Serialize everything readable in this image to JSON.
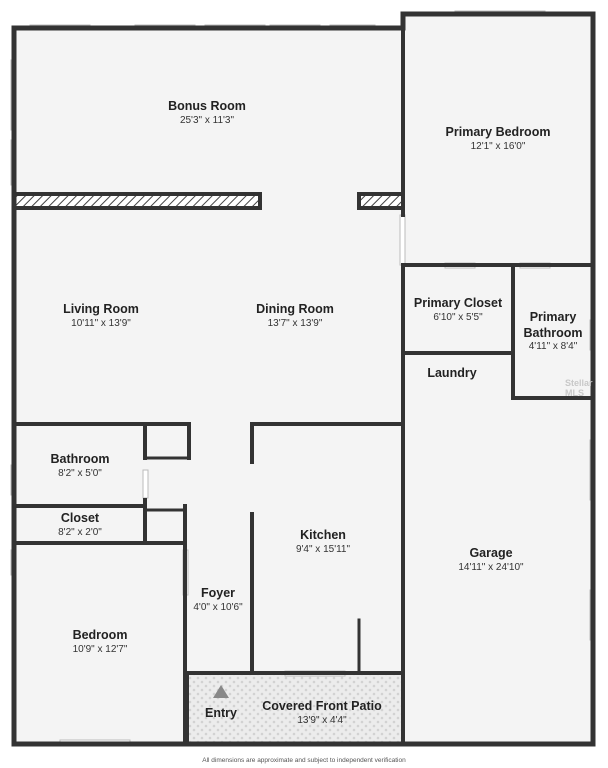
{
  "rooms": {
    "bonus": {
      "name": "Bonus Room",
      "dims": "25'3\" x 11'3\""
    },
    "primary_bed": {
      "name": "Primary Bedroom",
      "dims": "12'1\" x 16'0\""
    },
    "living": {
      "name": "Living Room",
      "dims": "10'11\" x 13'9\""
    },
    "dining": {
      "name": "Dining Room",
      "dims": "13'7\" x 13'9\""
    },
    "primary_closet": {
      "name": "Primary Closet",
      "dims": "6'10\" x 5'5\""
    },
    "primary_bath": {
      "name_line1": "Primary",
      "name_line2": "Bathroom",
      "dims": "4'11\" x 8'4\""
    },
    "laundry": {
      "name": "Laundry"
    },
    "bathroom": {
      "name": "Bathroom",
      "dims": "8'2\" x 5'0\""
    },
    "closet": {
      "name": "Closet",
      "dims": "8'2\" x 2'0\""
    },
    "kitchen": {
      "name": "Kitchen",
      "dims": "9'4\" x 15'11\""
    },
    "garage": {
      "name": "Garage",
      "dims": "14'11\" x 24'10\""
    },
    "foyer": {
      "name": "Foyer",
      "dims": "4'0\" x 10'6\""
    },
    "bedroom": {
      "name": "Bedroom",
      "dims": "10'9\" x 12'7\""
    },
    "entry": {
      "name": "Entry"
    },
    "patio": {
      "name": "Covered Front Patio",
      "dims": "13'9\" x 4'4\""
    }
  },
  "footer": "All dimensions are approximate and subject to independent verification",
  "watermark": "Stellar MLS",
  "colors": {
    "floor": "#f4f4f4",
    "wall": "#333333",
    "window": "#d9d9d9",
    "patio": "#e6e6e6"
  }
}
